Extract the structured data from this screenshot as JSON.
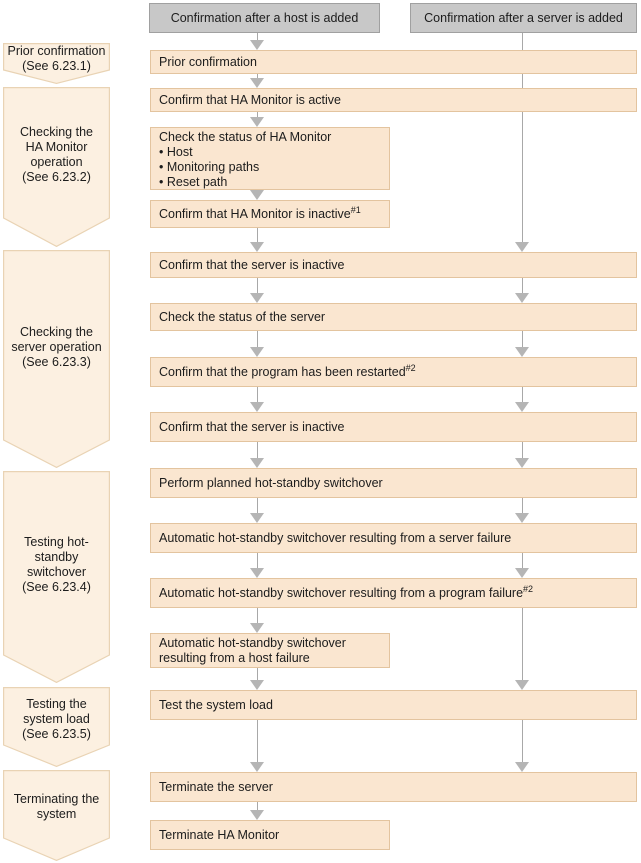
{
  "colors": {
    "box_fill": "#fae6d0",
    "box_border": "#e3c49f",
    "chevron_fill": "#fcf0e1",
    "chevron_border": "#e9d3b4",
    "header_fill": "#c8c8c8",
    "header_border": "#a0a0a0",
    "arrow": "#b5b5b5",
    "line": "#a8a8a8",
    "text": "#1c1c1c"
  },
  "columns": [
    {
      "label": "Confirmation after a host is added"
    },
    {
      "label": "Confirmation after a server is added"
    }
  ],
  "phases": [
    {
      "label": "Prior confirmation\n(See 6.23.1)"
    },
    {
      "label": "Checking the\nHA Monitor\noperation\n(See 6.23.2)"
    },
    {
      "label": "Checking the\nserver operation\n(See 6.23.3)"
    },
    {
      "label": "Testing hot-\nstandby\nswitchover\n(See 6.23.4)"
    },
    {
      "label": "Testing the\nsystem load\n(See 6.23.5)"
    },
    {
      "label": "Terminating the\nsystem"
    }
  ],
  "steps": [
    {
      "label": "Prior confirmation"
    },
    {
      "label": "Confirm that HA Monitor is active"
    },
    {
      "label": "Check the status of HA Monitor\n• Host\n• Monitoring paths\n• Reset path"
    },
    {
      "label": "Confirm that HA Monitor is inactive",
      "sup": "#1"
    },
    {
      "label": "Confirm that the server is inactive"
    },
    {
      "label": "Check the status of the server"
    },
    {
      "label": "Confirm that the program has been restarted",
      "sup": "#2"
    },
    {
      "label": "Confirm that the server is inactive"
    },
    {
      "label": "Perform planned hot-standby switchover"
    },
    {
      "label": "Automatic hot-standby switchover resulting from a server failure"
    },
    {
      "label": "Automatic hot-standby switchover resulting from a program failure",
      "sup": "#2"
    },
    {
      "label": "Automatic hot-standby switchover\nresulting from a host failure"
    },
    {
      "label": "Test the system load"
    },
    {
      "label": "Terminate the server"
    },
    {
      "label": "Terminate HA Monitor"
    }
  ]
}
